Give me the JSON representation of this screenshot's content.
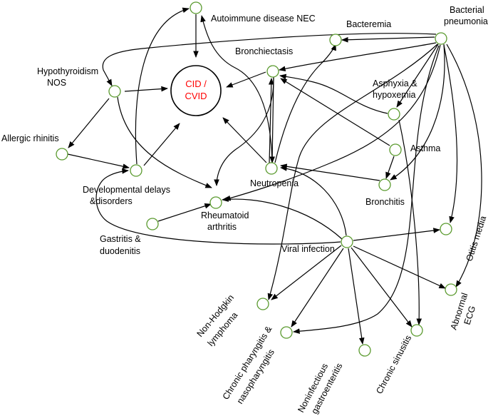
{
  "center": {
    "line1": "CID /",
    "line2": "CVID",
    "color": "#ff0000"
  },
  "nodes": {
    "autoimmune": "Autoimmune disease NEC",
    "bacteremia": "Bacteremia",
    "bacterial_pneumonia_1": "Bacterial",
    "bacterial_pneumonia_2": "pneumonia",
    "bronchiectasis": "Bronchiectasis",
    "hypothyroidism_1": "Hypothyroidism",
    "hypothyroidism_2": "NOS",
    "asphyxia_1": "Asphyxia &",
    "asphyxia_2": "hypoxemia",
    "allergic_rhinitis": "Allergic rhinitis",
    "asthma": "Asthma",
    "neutropenia": "Neutropenia",
    "developmental_1": "Developmental delays",
    "developmental_2": "&disorders",
    "bronchitis": "Bronchitis",
    "rheumatoid_1": "Rheumatoid",
    "rheumatoid_2": "arthritis",
    "gastritis_1": "Gastritis &",
    "gastritis_2": "duodenitis",
    "viral_infection": "Viral infection",
    "otitis_media": "Otitis media",
    "nhl_1": "Non-Hodgkin",
    "nhl_2": "lymphoma",
    "abnormal_ecg_1": "Abnormal",
    "abnormal_ecg_2": "ECG",
    "pharyngitis_1": "Chronic pharyngitis &",
    "pharyngitis_2": "nasopharyngitis",
    "gastroenteritis_1": "Noninfectious",
    "gastroenteritis_2": "gastroenteritis",
    "sinusitis": "Chronic sinusitis"
  },
  "colors": {
    "node_outline": "#5a9a2e",
    "edge": "#000000"
  }
}
